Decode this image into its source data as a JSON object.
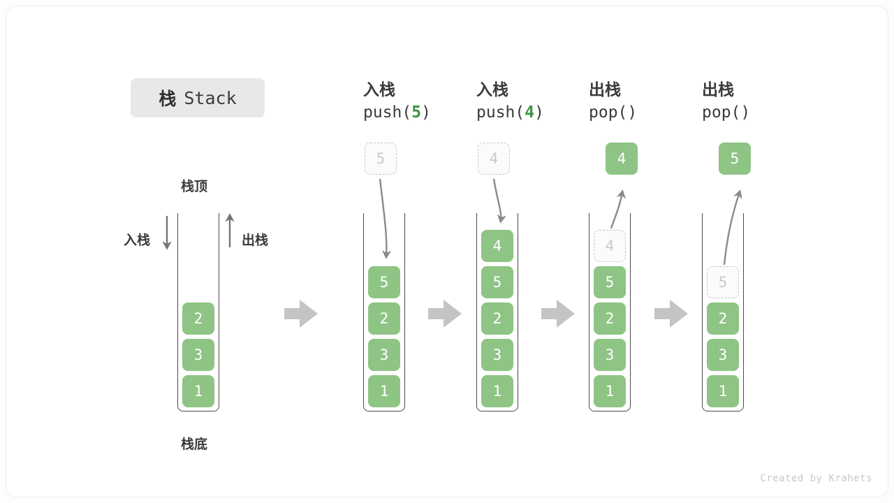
{
  "title": {
    "cjk": "栈",
    "latin": "Stack"
  },
  "labels": {
    "top": "栈顶",
    "bottom": "栈底",
    "push_side": "入栈",
    "pop_side": "出栈"
  },
  "colors": {
    "cell_fill": "#8ec484",
    "cell_text": "#ffffff",
    "ghost_border": "#c6c6c6",
    "ghost_text": "#c9c9c9",
    "arrow_gray": "#c4c4c4",
    "stroke_dark": "#4a4a4a",
    "accent_green": "#3e9142",
    "badge_bg": "#e8e8e8"
  },
  "columns": [
    {
      "id": "initial",
      "op_cn": "",
      "op_code": "",
      "op_arg": "",
      "floating": null,
      "cells": [
        "2",
        "3",
        "1"
      ]
    },
    {
      "id": "push-5",
      "op_cn": "入栈",
      "op_code_prefix": "push(",
      "op_arg": "5",
      "op_code_suffix": ")",
      "floating": {
        "value": "5",
        "style": "ghost"
      },
      "cells": [
        "5",
        "2",
        "3",
        "1"
      ]
    },
    {
      "id": "push-4",
      "op_cn": "入栈",
      "op_code_prefix": "push(",
      "op_arg": "4",
      "op_code_suffix": ")",
      "floating": {
        "value": "4",
        "style": "ghost"
      },
      "cells": [
        "4",
        "5",
        "2",
        "3",
        "1"
      ]
    },
    {
      "id": "pop-4",
      "op_cn": "出栈",
      "op_code_prefix": "pop(",
      "op_arg": "",
      "op_code_suffix": ")",
      "floating": {
        "value": "4",
        "style": "solid"
      },
      "ghost_top": "4",
      "cells": [
        "5",
        "2",
        "3",
        "1"
      ]
    },
    {
      "id": "pop-5",
      "op_cn": "出栈",
      "op_code_prefix": "pop(",
      "op_arg": "",
      "op_code_suffix": ")",
      "floating": {
        "value": "5",
        "style": "solid"
      },
      "ghost_top": "5",
      "cells": [
        "2",
        "3",
        "1"
      ]
    }
  ],
  "watermark": "Created by Krahets"
}
